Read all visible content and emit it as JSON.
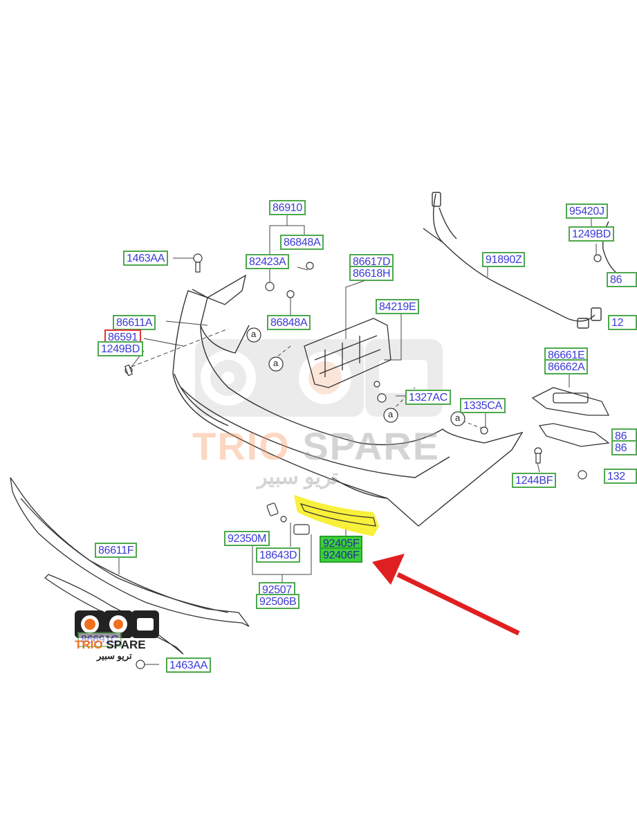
{
  "diagram": {
    "callouts": {
      "c86910": "86910",
      "c86848A_top": "86848A",
      "c1463AA_top": "1463AA",
      "c82423A": "82423A",
      "c86617D": "86617D",
      "c86618H": "86618H",
      "c91890Z": "91890Z",
      "c95420J": "95420J",
      "c1249BD_right": "1249BD",
      "c84219E": "84219E",
      "c86611A": "86611A",
      "c86848A_mid": "86848A",
      "c86591": "86591",
      "c1249BD_left": "1249BD",
      "c86661E": "86661E",
      "c86662A": "86662A",
      "c1327AC": "1327AC",
      "c1335CA": "1335CA",
      "c1244BF": "1244BF",
      "c92350M": "92350M",
      "c92405F": "92405F",
      "c92406F": "92406F",
      "c18643D": "18643D",
      "c86611F": "86611F",
      "c92507": "92507",
      "c92506B": "92506B",
      "c86691C": "86691C",
      "c1463AA_bottom": "1463AA",
      "cut_86_1": "86",
      "cut_12": "12",
      "cut_86_2": "86",
      "cut_86_3": "86",
      "cut_132": "132"
    },
    "reference_marker": "a",
    "highlight_color": "#f7ef2a",
    "arrow_color": "#e02020",
    "label_border_color": "#4ca84c",
    "label_text_color": "#3a3ad6"
  },
  "watermark": {
    "latin_trio": "TRIO",
    "latin_spare": " SPARE",
    "arabic": "تريو سبير"
  }
}
